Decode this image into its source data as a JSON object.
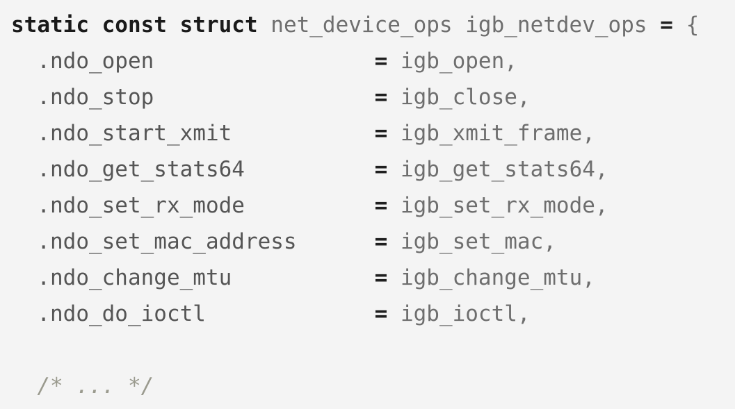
{
  "editor": {
    "background_color": "#f4f4f4",
    "language": "c",
    "indent": "  ",
    "align_column": 26
  },
  "colors": {
    "keyword": "#1a1a1a",
    "type": "#6e6e6e",
    "identifier": "#6e6e6e",
    "operator": "#1f1f1f",
    "brace": "#6e6e6e",
    "field": "#555555",
    "value": "#6e6e6e",
    "comment": "#9a9a8e"
  },
  "code": {
    "declaration": {
      "keywords": "static const struct",
      "space1": " ",
      "type": "net_device_ops",
      "space2": " ",
      "name": "igb_netdev_ops",
      "space3": " ",
      "operator": "=",
      "space4": " ",
      "open_brace": "{"
    },
    "fields": [
      {
        "indent": "  ",
        "name": ".ndo_open",
        "pad": "                 ",
        "operator": "=",
        "gap": " ",
        "value": "igb_open,"
      },
      {
        "indent": "  ",
        "name": ".ndo_stop",
        "pad": "                 ",
        "operator": "=",
        "gap": " ",
        "value": "igb_close,"
      },
      {
        "indent": "  ",
        "name": ".ndo_start_xmit",
        "pad": "           ",
        "operator": "=",
        "gap": " ",
        "value": "igb_xmit_frame,"
      },
      {
        "indent": "  ",
        "name": ".ndo_get_stats64",
        "pad": "          ",
        "operator": "=",
        "gap": " ",
        "value": "igb_get_stats64,"
      },
      {
        "indent": "  ",
        "name": ".ndo_set_rx_mode",
        "pad": "          ",
        "operator": "=",
        "gap": " ",
        "value": "igb_set_rx_mode,"
      },
      {
        "indent": "  ",
        "name": ".ndo_set_mac_address",
        "pad": "      ",
        "operator": "=",
        "gap": " ",
        "value": "igb_set_mac,"
      },
      {
        "indent": "  ",
        "name": ".ndo_change_mtu",
        "pad": "           ",
        "operator": "=",
        "gap": " ",
        "value": "igb_change_mtu,"
      },
      {
        "indent": "  ",
        "name": ".ndo_do_ioctl",
        "pad": "             ",
        "operator": "=",
        "gap": " ",
        "value": "igb_ioctl,"
      }
    ],
    "comment": {
      "indent": "  ",
      "text": "/* ... */"
    }
  }
}
